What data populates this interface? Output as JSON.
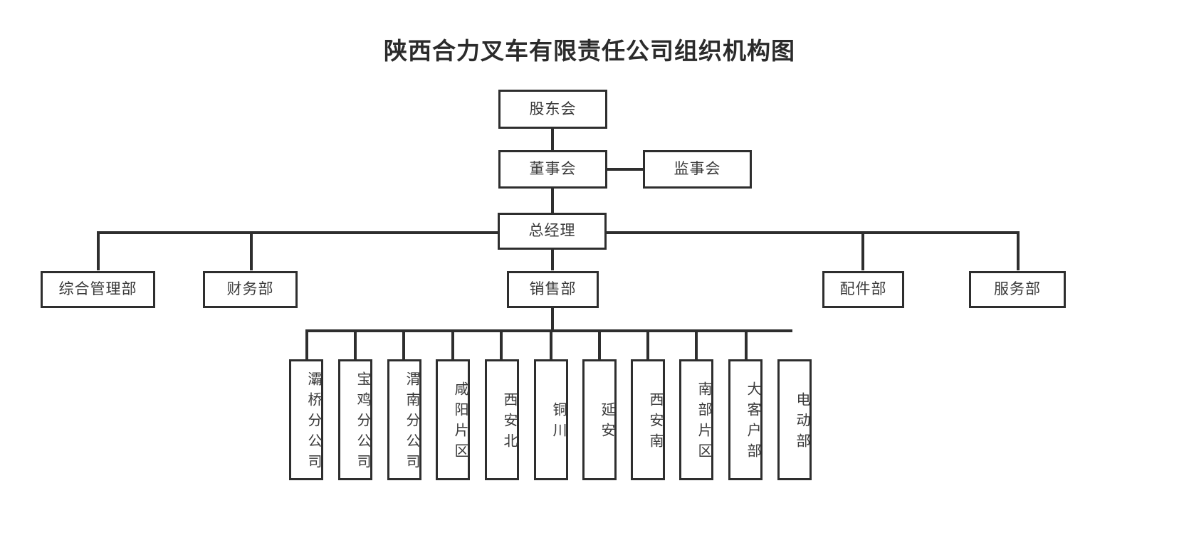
{
  "title": "陕西合力叉车有限责任公司组织机构图",
  "chart_data": {
    "type": "diagram",
    "title": "陕西合力叉车有限责任公司组织机构图",
    "diagram_kind": "org-chart",
    "orientation": "top-down",
    "levels": [
      {
        "level": 1,
        "nodes": [
          "股东会"
        ]
      },
      {
        "level": 2,
        "nodes": [
          "董事会",
          "监事会"
        ]
      },
      {
        "level": 3,
        "nodes": [
          "总经理"
        ]
      },
      {
        "level": 4,
        "nodes": [
          "综合管理部",
          "财务部",
          "销售部",
          "配件部",
          "服务部"
        ]
      },
      {
        "level": 5,
        "nodes": [
          "灞桥分公司",
          "宝鸡分公司",
          "渭南分公司",
          "咸阳片区",
          "西安北",
          "铜川",
          "延安",
          "西安南",
          "南部片区",
          "大客户部",
          "电动部"
        ]
      }
    ],
    "edges": [
      {
        "from": "股东会",
        "to": "董事会"
      },
      {
        "from": "董事会",
        "to": "监事会",
        "style": "horizontal-peer"
      },
      {
        "from": "董事会",
        "to": "总经理"
      },
      {
        "from": "总经理",
        "to": "综合管理部"
      },
      {
        "from": "总经理",
        "to": "财务部"
      },
      {
        "from": "总经理",
        "to": "销售部"
      },
      {
        "from": "总经理",
        "to": "配件部"
      },
      {
        "from": "总经理",
        "to": "服务部"
      },
      {
        "from": "销售部",
        "to": "灞桥分公司"
      },
      {
        "from": "销售部",
        "to": "宝鸡分公司"
      },
      {
        "from": "销售部",
        "to": "渭南分公司"
      },
      {
        "from": "销售部",
        "to": "咸阳片区"
      },
      {
        "from": "销售部",
        "to": "西安北"
      },
      {
        "from": "销售部",
        "to": "铜川"
      },
      {
        "from": "销售部",
        "to": "延安"
      },
      {
        "from": "销售部",
        "to": "西安南"
      },
      {
        "from": "销售部",
        "to": "南部片区"
      },
      {
        "from": "销售部",
        "to": "大客户部"
      },
      {
        "from": "销售部",
        "to": "电动部"
      }
    ]
  },
  "nodes": {
    "shareholders": "股东会",
    "board": "董事会",
    "supervisors": "监事会",
    "general_manager": "总经理",
    "dept_admin": "综合管理部",
    "dept_finance": "财务部",
    "dept_sales": "销售部",
    "dept_parts": "配件部",
    "dept_service": "服务部"
  },
  "sales_branches": [
    "灞桥分公司",
    "宝鸡分公司",
    "渭南分公司",
    "咸阳片区",
    "西安北",
    "铜川",
    "延安",
    "西安南",
    "南部片区",
    "大客户部",
    "电动部"
  ],
  "colors": {
    "border": "#2e2e2e",
    "text": "#3a3a3a",
    "title": "#2b2b2b",
    "background": "#ffffff"
  }
}
